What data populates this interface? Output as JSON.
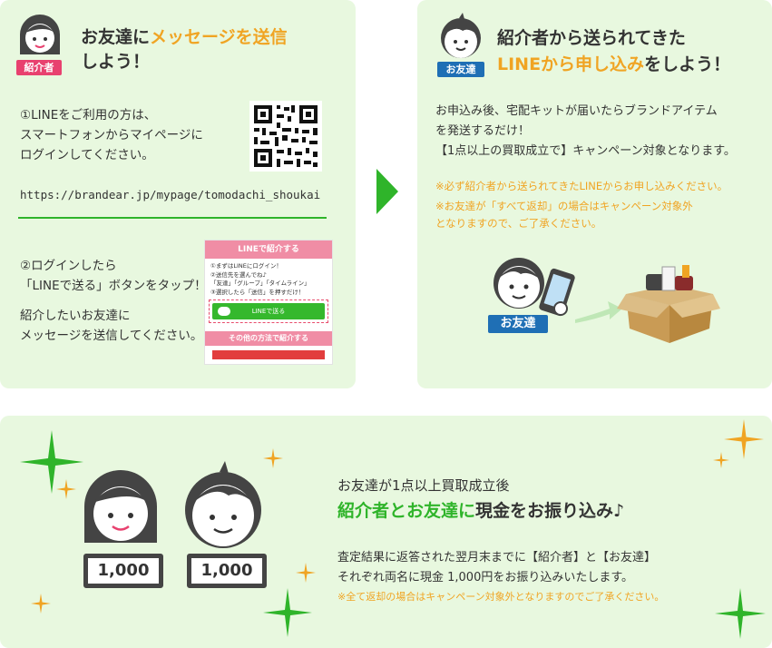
{
  "colors": {
    "panel_bg": "#e8f8df",
    "accent_orange": "#f0a423",
    "accent_green": "#2fb42a",
    "badge_red": "#e8416f",
    "badge_blue": "#1f6fb5"
  },
  "step1": {
    "badge": "紹介者",
    "title_pre": "お友達に",
    "title_highlight": "メッセージを送信",
    "title_line2": "しよう！",
    "para1_line1": "①LINEをご利用の方は、",
    "para1_line2": "スマートフォンからマイページに",
    "para1_line3": "ログインしてください。",
    "url": "https://brandear.jp/mypage/tomodachi_shoukai",
    "para2_line1": "②ログインしたら",
    "para2_line2": "「LINEで送る」ボタンをタップ！",
    "para3_line1": "紹介したいお友達に",
    "para3_line2": "メッセージを送信してください。",
    "mini_screen": {
      "header": "LINEで紹介する",
      "line1": "①まずはLINEにログイン！",
      "line2": "②送信先を選んでね♪",
      "line3": "「友達」「グループ」「タイムライン」",
      "line4": "③選択したら「送信」を押すだけ！",
      "button": "LINEで送る",
      "header2": "その他の方法で紹介する"
    }
  },
  "step2": {
    "badge": "お友達",
    "title_line1": "紹介者から送られてきた",
    "title_highlight": "LINEから申し込み",
    "title_suffix": "をしよう！",
    "para_line1": "お申込み後、宅配キットが届いたらブランドアイテム",
    "para_line2": "を発送するだけ！",
    "para_line3": "【1点以上の買取成立で】キャンペーン対象となります。",
    "note1": "※必ず紹介者から送られてきたLINEからお申し込みください。",
    "note2_line1": "※お友達が「すべて返却」の場合はキャンペーン対象外",
    "note2_line2": "となりますので、ご了承ください。",
    "illustration_badge": "お友達"
  },
  "step3": {
    "line1": "お友達が1点以上買取成立後",
    "title_green": "紹介者とお友達に",
    "title_rest": "現金をお振り込み♪",
    "para_line1": "査定結果に返答された翌月末までに【紹介者】と【お友達】",
    "para_line2": "それぞれ両名に現金 1,000円をお振り込みいたします。",
    "note": "※全て返却の場合はキャンペーン対象外となりますのでご了承ください。",
    "sign_left": "1,000",
    "sign_right": "1,000"
  },
  "icons": {
    "next": "arrow-right-icon",
    "qr": "qr-code-icon",
    "woman": "woman-avatar-icon",
    "boy": "boy-avatar-icon",
    "phone": "smartphone-icon",
    "box": "shipping-box-icon",
    "sparkle": "sparkle-icon"
  }
}
